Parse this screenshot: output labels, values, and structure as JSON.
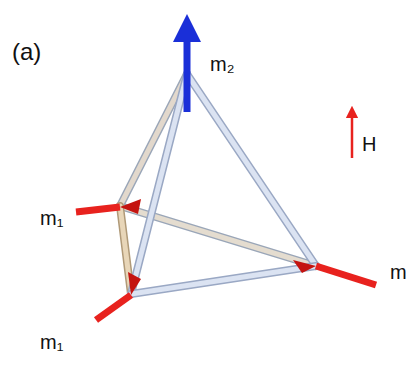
{
  "diagram": {
    "labels": [
      "(a)",
      "m₂",
      "H",
      "m₁",
      "m₁",
      "m"
    ]
  }
}
